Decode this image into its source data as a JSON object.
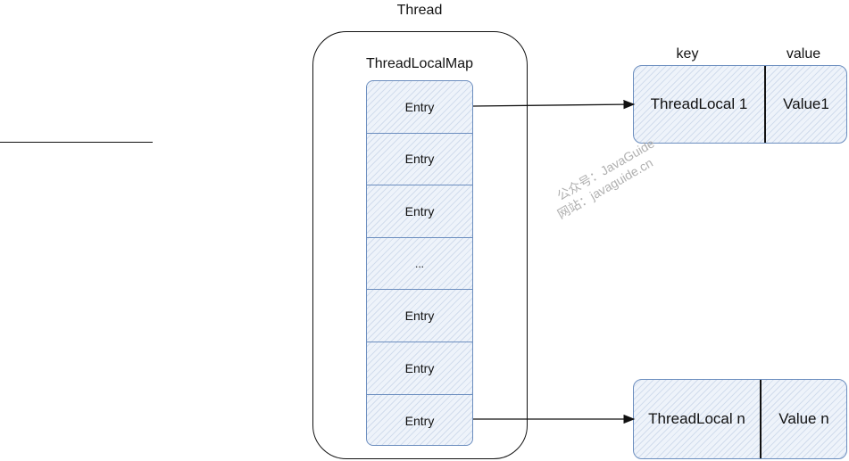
{
  "thread": {
    "title": "Thread"
  },
  "map": {
    "title": "ThreadLocalMap",
    "entries": [
      "Entry",
      "Entry",
      "Entry",
      "...",
      "Entry",
      "Entry",
      "Entry"
    ]
  },
  "header": {
    "key": "key",
    "value": "value"
  },
  "pairs": [
    {
      "key": "ThreadLocal 1",
      "value": "Value1"
    },
    {
      "key": "ThreadLocal n",
      "value": "Value n"
    }
  ],
  "watermark": {
    "line1": "公众号：JavaGuide",
    "line2": "网站：javaguide.cn"
  },
  "colors": {
    "stroke": "#111111",
    "accent": "#6c8ebf",
    "fill": "#eef3fa"
  }
}
